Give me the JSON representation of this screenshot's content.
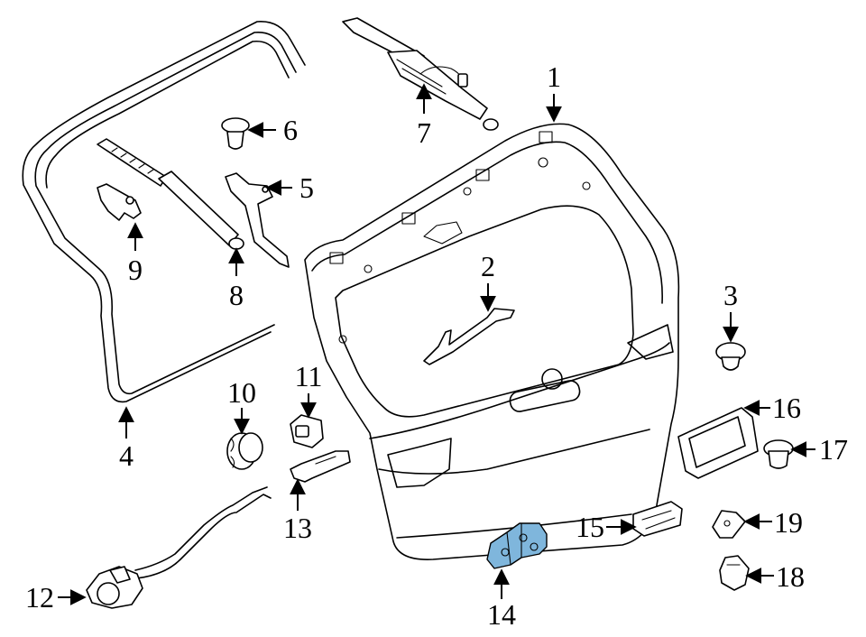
{
  "highlight_color": "#7fb6dc",
  "callouts": [
    {
      "id": "1",
      "label": "1"
    },
    {
      "id": "2",
      "label": "2"
    },
    {
      "id": "3",
      "label": "3"
    },
    {
      "id": "4",
      "label": "4"
    },
    {
      "id": "5",
      "label": "5"
    },
    {
      "id": "6",
      "label": "6"
    },
    {
      "id": "7",
      "label": "7"
    },
    {
      "id": "8",
      "label": "8"
    },
    {
      "id": "9",
      "label": "9"
    },
    {
      "id": "10",
      "label": "10"
    },
    {
      "id": "11",
      "label": "11"
    },
    {
      "id": "12",
      "label": "12"
    },
    {
      "id": "13",
      "label": "13"
    },
    {
      "id": "14",
      "label": "14",
      "highlighted": true
    },
    {
      "id": "15",
      "label": "15"
    },
    {
      "id": "16",
      "label": "16"
    },
    {
      "id": "17",
      "label": "17"
    },
    {
      "id": "18",
      "label": "18"
    },
    {
      "id": "19",
      "label": "19"
    }
  ]
}
